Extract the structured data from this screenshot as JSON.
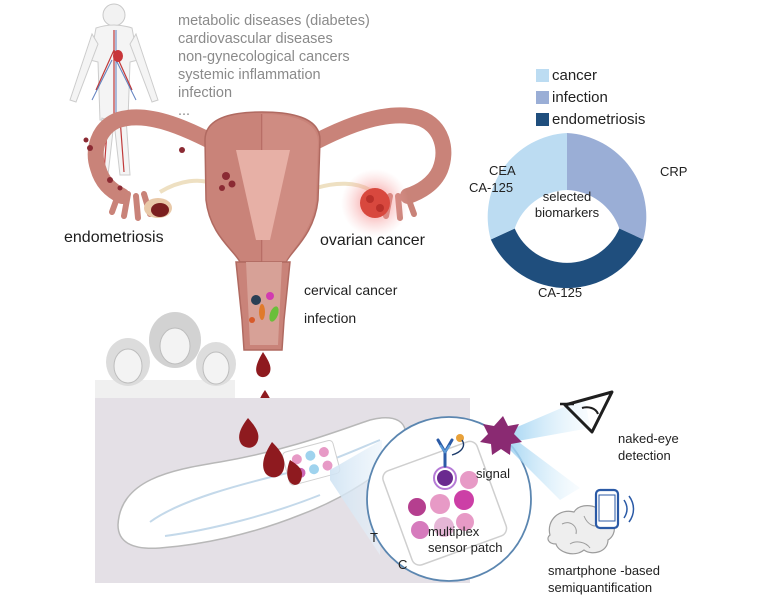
{
  "diseases": [
    "metabolic diseases (diabetes)",
    "cardiovascular diseases",
    "non-gynecological cancers",
    "systemic inflammation",
    "infection",
    "..."
  ],
  "legend": [
    {
      "label": "cancer",
      "color": "#bcdcf2"
    },
    {
      "label": "infection",
      "color": "#9aaed6"
    },
    {
      "label": "endometriosis",
      "color": "#1f4e7d"
    }
  ],
  "donut": {
    "center_label_line1": "selected",
    "center_label_line2": "biomarkers",
    "label_cea": "CEA",
    "label_ca125_left": "CA-125",
    "label_crp": "CRP",
    "label_ca125_bottom": "CA-125"
  },
  "uterus_labels": {
    "endometriosis": "endometriosis",
    "ovarian_cancer": "ovarian cancer",
    "cervical_cancer": "cervical cancer",
    "infection": "infection"
  },
  "sensor_labels": {
    "signal": "signal",
    "multiplex_line1": "multiplex",
    "multiplex_line2": "sensor patch",
    "t": "T",
    "c": "C"
  },
  "detection": {
    "naked_eye_line1": "naked-eye",
    "naked_eye_line2": "detection",
    "smartphone_line1": "smartphone -based",
    "smartphone_line2": "semiquantification"
  },
  "colors": {
    "uterus": "#c98379",
    "uterus_dark": "#9b4d45",
    "blood": "#8e1a1f",
    "signal_star": "#8a2a72",
    "magnifier": "#5b86b0"
  }
}
